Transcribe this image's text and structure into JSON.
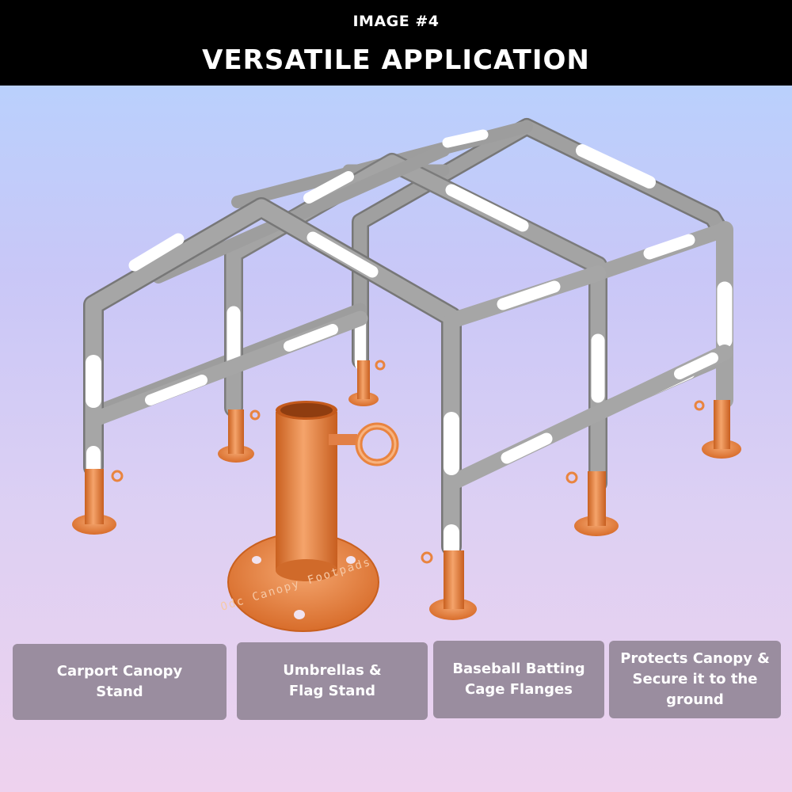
{
  "header": {
    "image_number": "IMAGE #4",
    "title": "VERSATILE APPLICATION"
  },
  "product": {
    "flange_engraving": "Odc Canopy Footpads"
  },
  "colors": {
    "header_bg": "#000000",
    "card_bg": "#9a8d9f",
    "flange": "#e9843f",
    "frame_gray": "#999999",
    "frame_white": "#ffffff"
  },
  "applications": [
    {
      "label": "Carport Canopy\nStand"
    },
    {
      "label": "Umbrellas &\nFlag Stand"
    },
    {
      "label": "Baseball Batting\nCage Flanges"
    },
    {
      "label": "Protects Canopy &\nSecure it to the\nground"
    }
  ]
}
